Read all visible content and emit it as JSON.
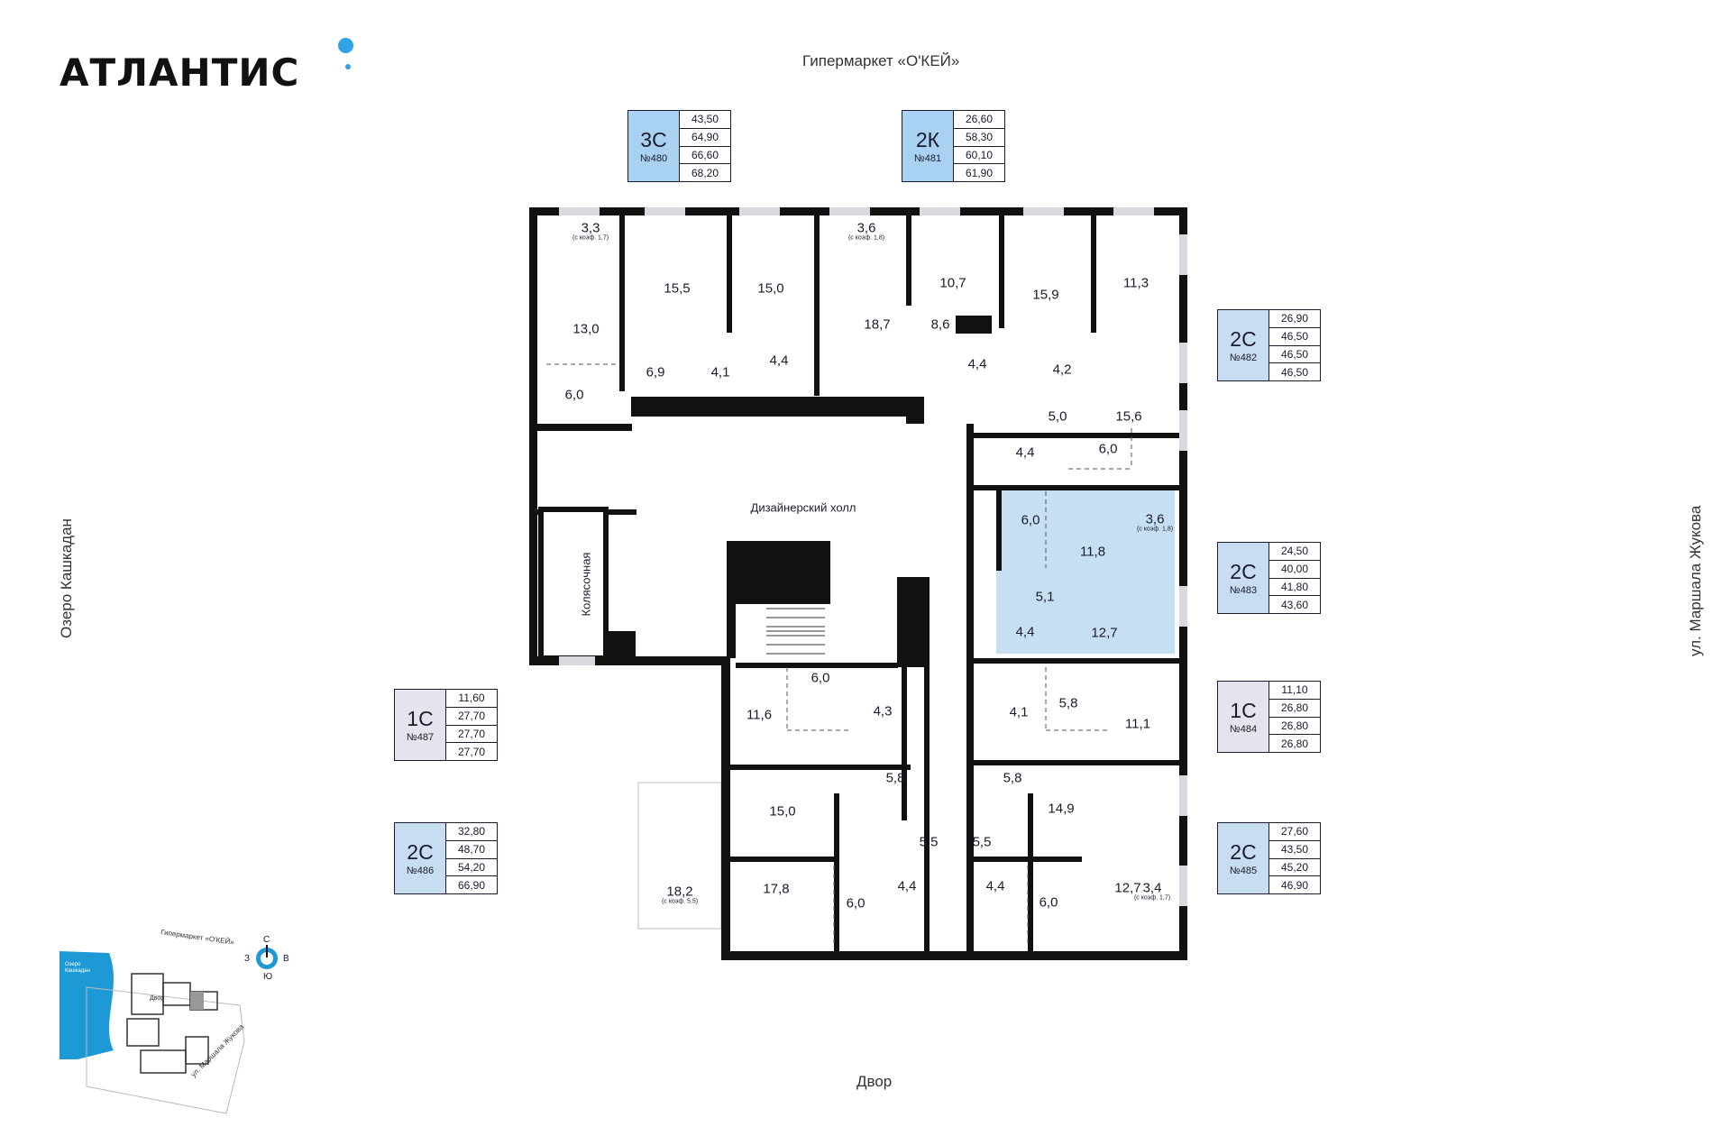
{
  "brand": {
    "name": "АТЛАНТИС",
    "accent": "#2ea3e6"
  },
  "streets": {
    "top": "Гипермаркет «О'КЕЙ»",
    "bottom": "Двор",
    "left": "Озеро Кашкадан",
    "right": "ул. Маршала Жукова"
  },
  "units": [
    {
      "type": "3С",
      "number": "№480",
      "areas": [
        "43,50",
        "64,90",
        "66,60",
        "68,20"
      ],
      "color": "#a9d1f1"
    },
    {
      "type": "2К",
      "number": "№481",
      "areas": [
        "26,60",
        "58,30",
        "60,10",
        "61,90"
      ],
      "color": "#a9d1f1"
    },
    {
      "type": "2С",
      "number": "№482",
      "areas": [
        "26,90",
        "46,50",
        "46,50",
        "46,50"
      ],
      "color": "#c8dcf2"
    },
    {
      "type": "2С",
      "number": "№483",
      "areas": [
        "24,50",
        "40,00",
        "41,80",
        "43,60"
      ],
      "color": "#c8dcf2"
    },
    {
      "type": "1С",
      "number": "№484",
      "areas": [
        "11,10",
        "26,80",
        "26,80",
        "26,80"
      ],
      "color": "#e4e4ef"
    },
    {
      "type": "2С",
      "number": "№485",
      "areas": [
        "27,60",
        "43,50",
        "45,20",
        "46,90"
      ],
      "color": "#c8dcf2"
    },
    {
      "type": "2С",
      "number": "№486",
      "areas": [
        "32,80",
        "48,70",
        "54,20",
        "66,90"
      ],
      "color": "#c8dcf2"
    },
    {
      "type": "1С",
      "number": "№487",
      "areas": [
        "11,60",
        "27,70",
        "27,70",
        "27,70"
      ],
      "color": "#e4e4ef"
    }
  ],
  "plan": {
    "hall": "Дизайнерский холл",
    "stroller": "Колясочная",
    "highlight_color": "#c6dff3",
    "rooms": [
      {
        "t": "3,3",
        "s": "(с коэф. 1,7)"
      },
      {
        "t": "15,5"
      },
      {
        "t": "15,0"
      },
      {
        "t": "3,6",
        "s": "(с коэф. 1,8)"
      },
      {
        "t": "10,7"
      },
      {
        "t": "15,9"
      },
      {
        "t": "11,3"
      },
      {
        "t": "13,0"
      },
      {
        "t": "18,7"
      },
      {
        "t": "8,6"
      },
      {
        "t": "6,9"
      },
      {
        "t": "4,1"
      },
      {
        "t": "4,4"
      },
      {
        "t": "4,4"
      },
      {
        "t": "4,2"
      },
      {
        "t": "6,0"
      },
      {
        "t": "5,0"
      },
      {
        "t": "15,6"
      },
      {
        "t": "4,4"
      },
      {
        "t": "6,0"
      },
      {
        "t": "6,0"
      },
      {
        "t": "11,8"
      },
      {
        "t": "3,6",
        "s": "(с коэф. 1,8)"
      },
      {
        "t": "5,1"
      },
      {
        "t": "4,4"
      },
      {
        "t": "12,7"
      },
      {
        "t": "6,0"
      },
      {
        "t": "11,6"
      },
      {
        "t": "4,3"
      },
      {
        "t": "4,1"
      },
      {
        "t": "5,8"
      },
      {
        "t": "11,1"
      },
      {
        "t": "5,8"
      },
      {
        "t": "5,8"
      },
      {
        "t": "15,0"
      },
      {
        "t": "14,9"
      },
      {
        "t": "5,5"
      },
      {
        "t": "5,5"
      },
      {
        "t": "18,2",
        "s": "(с коэф. 5,5)"
      },
      {
        "t": "17,8"
      },
      {
        "t": "6,0"
      },
      {
        "t": "4,4"
      },
      {
        "t": "4,4"
      },
      {
        "t": "6,0"
      },
      {
        "t": "12,7"
      },
      {
        "t": "3,4",
        "s": "(с коэф. 1,7)"
      }
    ]
  },
  "minimap": {
    "lake": "Озеро Кашкадан",
    "mall": "Гипермаркет «О'КЕЙ»",
    "yard": "Двор",
    "street": "ул. Маршала Жукова"
  },
  "compass": {
    "n": "С",
    "s": "Ю",
    "w": "З",
    "e": "В"
  }
}
